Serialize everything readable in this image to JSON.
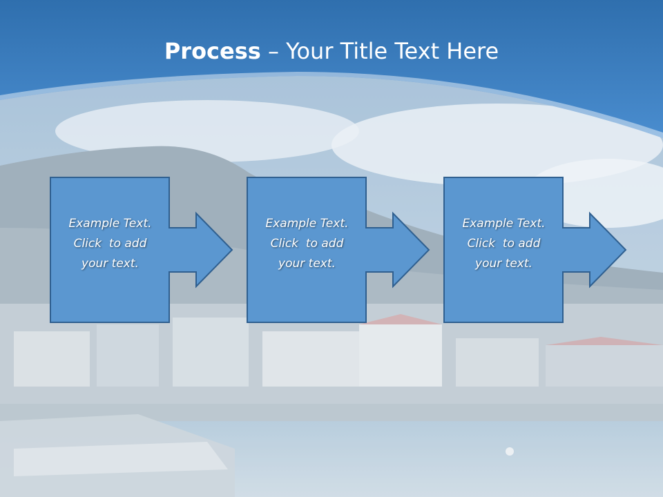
{
  "slide": {
    "title_bold": "Process",
    "title_rest": " – Your Title Text Here",
    "steps": [
      {
        "lines": [
          "Example Text.",
          "Click  to add",
          "your text."
        ]
      },
      {
        "lines": [
          "Example Text.",
          "Click  to add",
          "your text."
        ]
      },
      {
        "lines": [
          "Example Text.",
          "Click  to add",
          "your text."
        ]
      }
    ]
  },
  "colors": {
    "header_blue": "#3d82c4",
    "box_fill": "#5b97d0",
    "box_stroke": "#2f5f8f"
  }
}
